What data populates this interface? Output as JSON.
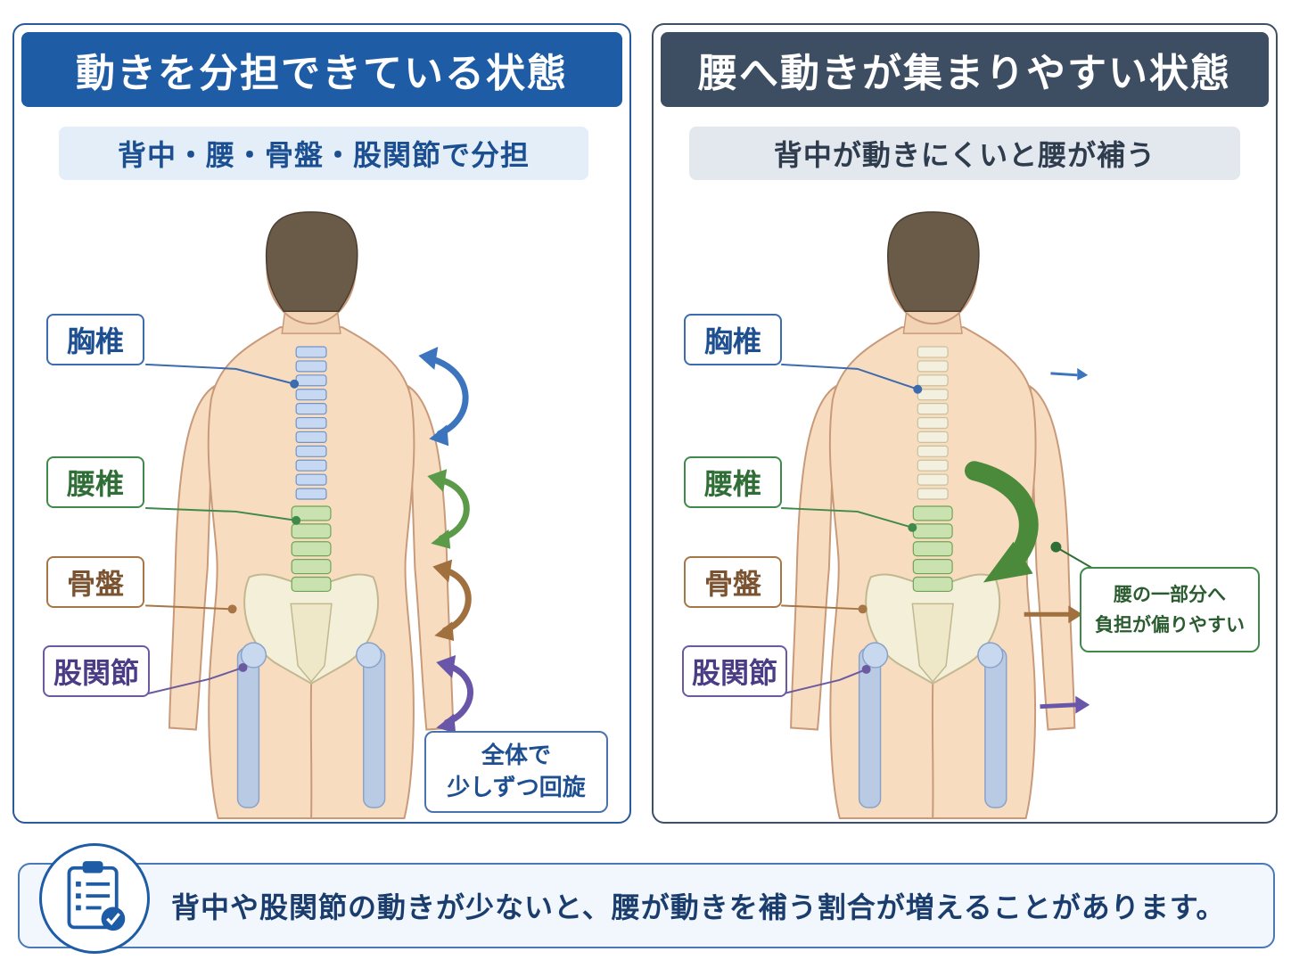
{
  "left_panel": {
    "title": "動きを分担できている状態",
    "subtitle": "背中・腰・骨盤・股関節で分担",
    "labels": {
      "thoracic": "胸椎",
      "lumbar": "腰椎",
      "pelvis": "骨盤",
      "hip": "股関節"
    },
    "note_line1": "全体で",
    "note_line2": "少しずつ回旋"
  },
  "right_panel": {
    "title": "腰へ動きが集まりやすい状態",
    "subtitle": "背中が動きにくいと腰が補う",
    "labels": {
      "thoracic": "胸椎",
      "lumbar": "腰椎",
      "pelvis": "骨盤",
      "hip": "股関節"
    },
    "note_line1": "腰の一部分へ",
    "note_line2": "負担が偏りやすい"
  },
  "footer": {
    "icon": "clipboard-check-icon",
    "text": "背中や股関節の動きが少ないと、腰が動きを補う割合が増えることがあります。"
  },
  "colors": {
    "thoracic": "#4a7cc0",
    "lumbar": "#5a9a48",
    "pelvis": "#a0703e",
    "hip": "#6a56a8",
    "left_header": "#1e5ca6",
    "right_header": "#3e4e62"
  }
}
